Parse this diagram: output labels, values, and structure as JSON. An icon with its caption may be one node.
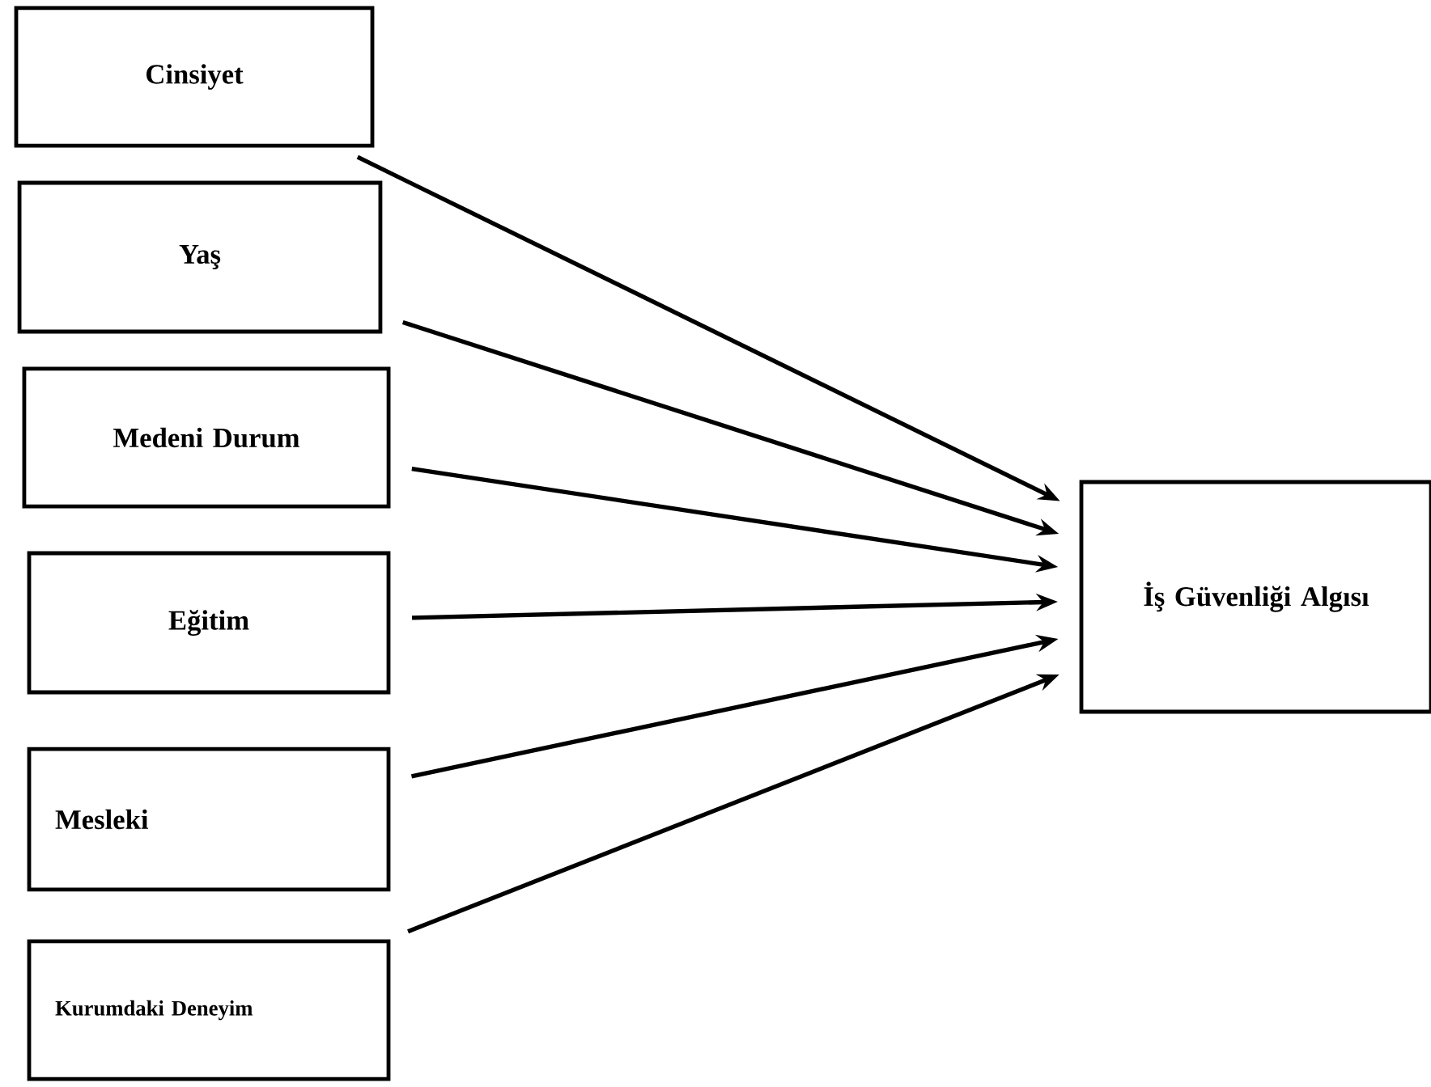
{
  "diagram": {
    "nodes": [
      {
        "text": [
          "Cinsiyet"
        ]
      },
      {
        "text": [
          "Yaş"
        ]
      },
      {
        "text": [
          "Medeni Durum"
        ]
      },
      {
        "text": [
          "Eğitim"
        ]
      },
      {
        "text": [
          "Mesleki"
        ]
      },
      {
        "text": [
          "Kurumdaki Deneyim"
        ]
      },
      {
        "text": [
          "İş Güvenliği Algısı"
        ]
      }
    ],
    "edges": [
      {
        "from": 0,
        "to": 6,
        "arrow": "to"
      },
      {
        "from": 1,
        "to": 6,
        "arrow": "to"
      },
      {
        "from": 2,
        "to": 6,
        "arrow": "to"
      },
      {
        "from": 3,
        "to": 6,
        "arrow": "to"
      },
      {
        "from": 4,
        "to": 6,
        "arrow": "to"
      },
      {
        "from": 5,
        "to": 6,
        "arrow": "to"
      }
    ]
  }
}
